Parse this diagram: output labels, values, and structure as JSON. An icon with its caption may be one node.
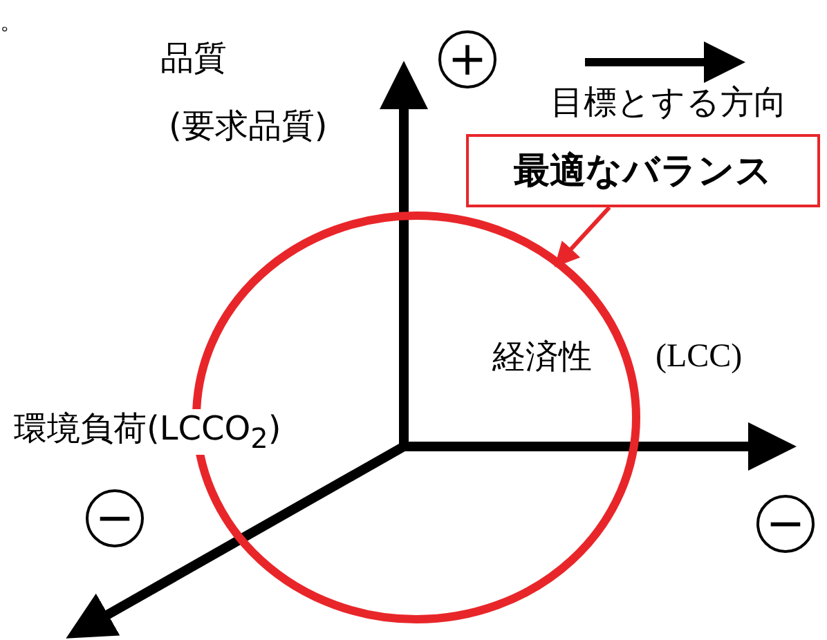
{
  "diagram": {
    "nodes": [
      {
        "text": [
          "最適なバランス"
        ]
      },
      {
        "text": [],
        "shape": "circle"
      }
    ],
    "edges": [
      {
        "from": 0,
        "to": 1,
        "arrow": "to"
      }
    ],
    "labels": [
      "。",
      "品質",
      "+",
      "(要求品質)",
      "経済性",
      "(LCC)",
      "環境負荷(LCCO$_{2}$)",
      "−",
      "−"
    ],
    "legend": [
      {
        "text": "目標とする方向"
      }
    ]
  }
}
